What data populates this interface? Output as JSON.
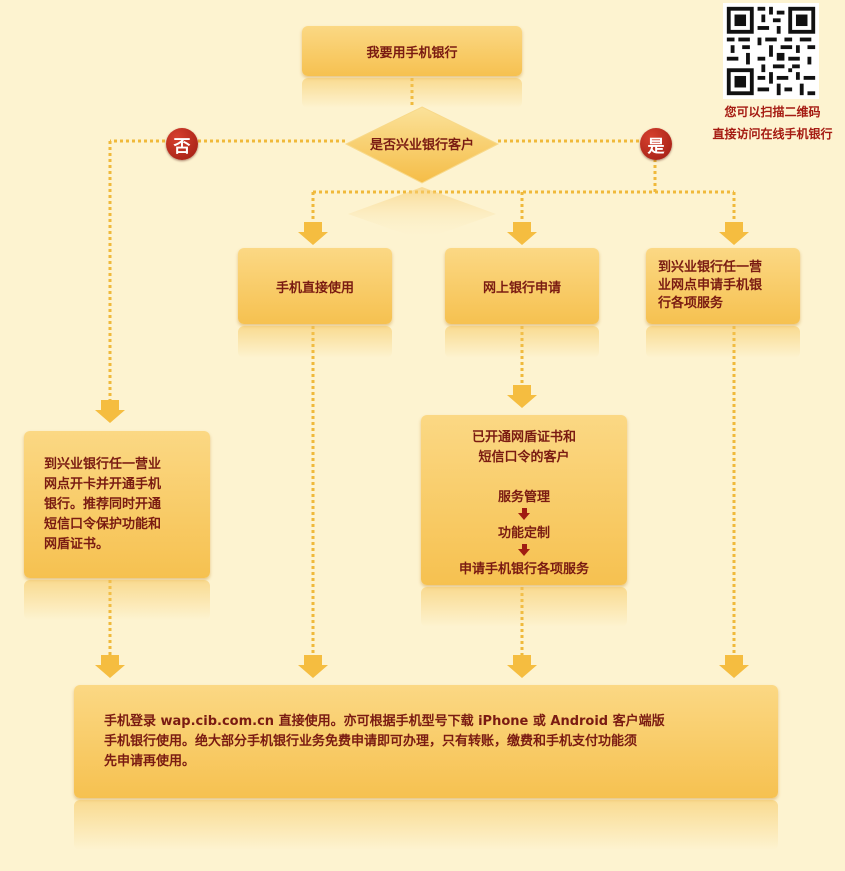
{
  "start_label": "我要用手机银行",
  "decision_label": "是否兴业银行客户",
  "no_label": "否",
  "yes_label": "是",
  "qr_caption": "您可以扫描二维码\n直接访问在线手机银行",
  "branch_direct": "手机直接使用",
  "branch_online": "网上银行申请",
  "branch_counter": "到兴业银行任一营\n业网点申请手机银\n行各项服务",
  "left_box": "到兴业银行任一营业\n网点开卡并开通手机\n银行。推荐同时开通\n短信口令保护功能和\n网盾证书。",
  "middle_box": {
    "title": "已开通网盾证书和\n短信口令的客户",
    "step1": "服务管理",
    "step2": "功能定制",
    "step3": "申请手机银行各项服务"
  },
  "bottom_text": "手机登录 wap.cib.com.cn 直接使用。亦可根据手机型号下载 iPhone 或 Android 客户端版\n手机银行使用。绝大部分手机银行业务免费申请即可办理，只有转账，缴费和手机支付功能须\n先申请再使用。",
  "colors": {
    "background": "#fdf3d0",
    "box": "#f6c150",
    "text": "#7a1b12",
    "dotted_line": "#f0b93a",
    "badge": "#a51b12"
  }
}
